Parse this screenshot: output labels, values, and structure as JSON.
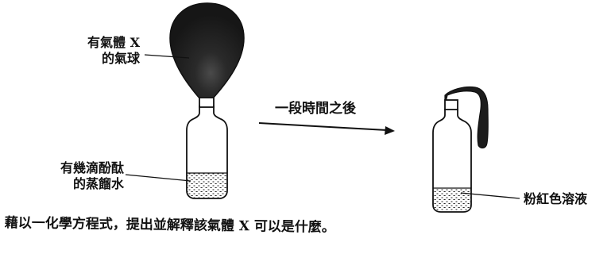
{
  "labels": {
    "balloon_line1": "有氣體 X",
    "balloon_line2": "的氣球",
    "water_line1": "有幾滴酚酞",
    "water_line2": "的蒸餾水",
    "arrow": "一段時間之後",
    "solution": "粉紅色溶液"
  },
  "question": "藉以一化學方程式，提出並解釋該氣體 X 可以是什麼。"
}
